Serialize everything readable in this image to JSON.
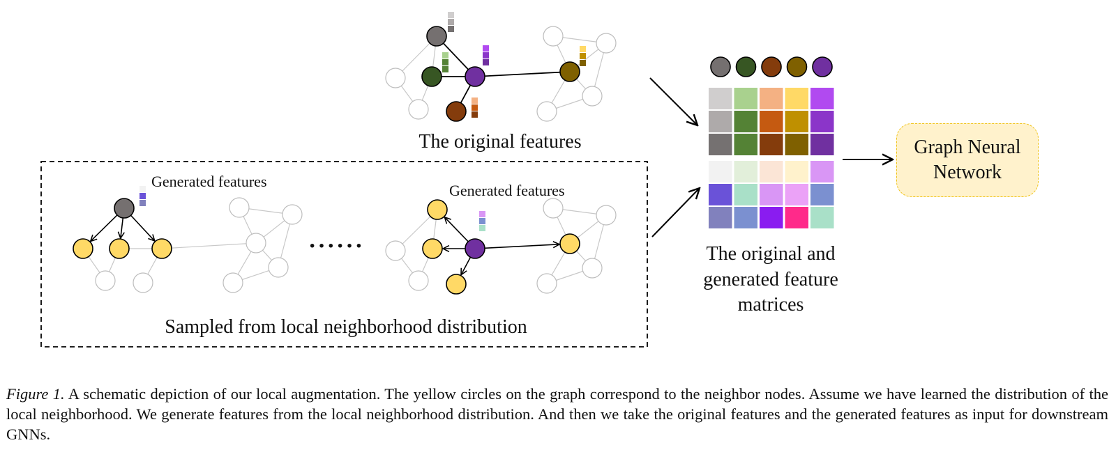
{
  "figure": {
    "top_graph_label": "The original features",
    "sampled_label": "Sampled from local neighborhood distribution",
    "generated_label_1": "Generated features",
    "generated_label_2": "Generated features",
    "ellipsis": "······",
    "matrix_label_lines": [
      "The original and",
      "generated feature",
      "matrices"
    ],
    "gnn_label_lines": [
      "Graph Neural",
      "Network"
    ]
  },
  "colors": {
    "node_gray": "#757070",
    "node_green": "#375623",
    "node_brown": "#843c0c",
    "node_olive": "#7f6000",
    "node_purple": "#7030a0",
    "neighbor_yellow": "#ffd966",
    "gnn_box_fill": "#fff2cc",
    "gnn_box_border": "#f0c419"
  },
  "original_feature_bars": {
    "gray": [
      "#d0cece",
      "#aeaaaa",
      "#757171"
    ],
    "green": [
      "#a9d18e",
      "#548235",
      "#548235"
    ],
    "brown": [
      "#f4b183",
      "#c55a11",
      "#843c0c"
    ],
    "olive": [
      "#ffd966",
      "#bf9000",
      "#7f6000"
    ],
    "purple": [
      "#b14af0",
      "#8b35c9",
      "#7030a0"
    ]
  },
  "generated_feature_bars": {
    "gray_node": [
      "#f2f2f2",
      "#6a52d8",
      "#8181bd"
    ],
    "purple_node": [
      "#d996f5",
      "#7b90d0",
      "#a9e0c8"
    ]
  },
  "matrix": {
    "header_nodes": [
      "#757070",
      "#375623",
      "#843c0c",
      "#7f6000",
      "#7030a0"
    ],
    "original_rows": [
      [
        "#d0cece",
        "#a9d18e",
        "#f4b183",
        "#ffd966",
        "#b14af0"
      ],
      [
        "#aeaaaa",
        "#548235",
        "#c55a11",
        "#bf9000",
        "#8b35c9"
      ],
      [
        "#757171",
        "#548235",
        "#843c0c",
        "#7f6000",
        "#7030a0"
      ]
    ],
    "generated_rows": [
      [
        "#f2f2f2",
        "#e2efda",
        "#fbe5d6",
        "#fff2cc",
        "#d996f5"
      ],
      [
        "#6a52d8",
        "#a9e0c8",
        "#d996f5",
        "#eba2f7",
        "#7b90d0"
      ],
      [
        "#8181bd",
        "#7b90d0",
        "#8a1cf0",
        "#ff2a8a",
        "#a9e0c8"
      ]
    ]
  },
  "caption": {
    "figure_label": "Figure 1.",
    "text": " A schematic depiction of our local augmentation. The yellow circles on the graph correspond to the neighbor nodes. Assume we have learned the distribution of the local neighborhood. We generate features from the local neighborhood distribution. And then we take the original features and the generated features as input for downstream GNNs."
  }
}
